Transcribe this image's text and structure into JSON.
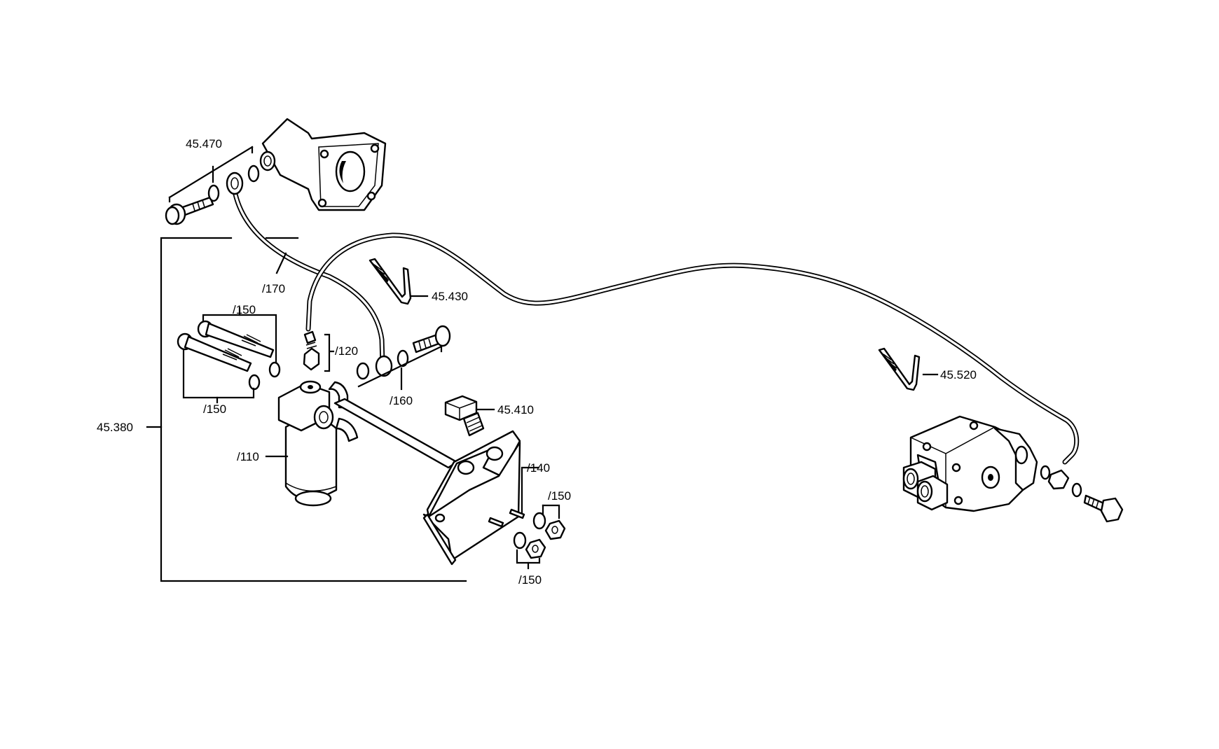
{
  "labels": {
    "l_45470": "45.470",
    "l_170": "/170",
    "l_45430": "45.430",
    "l_150_top": "/150",
    "l_120": "/120",
    "l_150_left": "/150",
    "l_160": "/160",
    "l_45410": "45.410",
    "l_45380": "45.380",
    "l_110": "/110",
    "l_140": "/140",
    "l_150_r": "/150",
    "l_150_bot": "/150",
    "l_45520": "45.520"
  }
}
